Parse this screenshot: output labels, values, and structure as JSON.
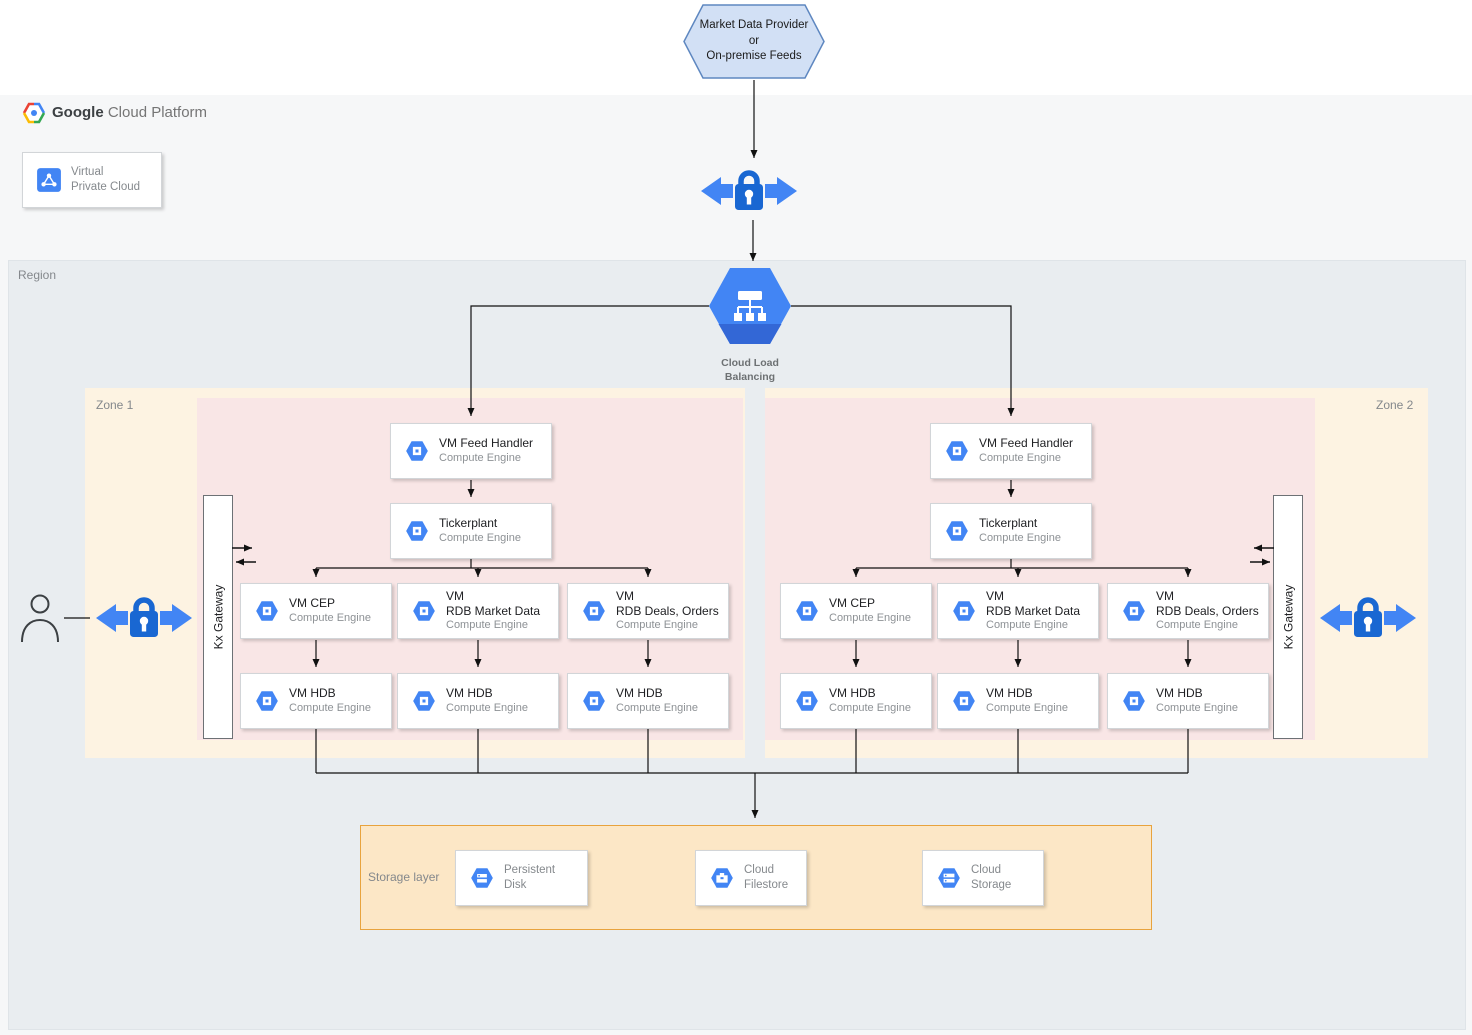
{
  "palette": {
    "gcp_blue": "#4285f4",
    "lock_blue": "#1967d2",
    "lb_shadow_blue": "#3367d6",
    "region_bg": "#e9edf0",
    "zone_bg": "#fdf3e2",
    "subnet_bg": "#f9e6e6",
    "storage_bg": "#fce7c6",
    "storage_border": "#e8a33d",
    "source_hex_fill": "#d2e0f5",
    "source_hex_border": "#5e87c0",
    "connector": "#111111"
  },
  "icons": {
    "compute_engine": "blue-hexagon-chip",
    "persistent_disk": "blue-hexagon-disk",
    "cloud_filestore": "blue-hexagon-case",
    "cloud_storage": "blue-hexagon-bars",
    "vpc": "blue-square-network",
    "load_balancer": "blue-hexagon-tree",
    "firewall_lock": "lock-with-left-right-arrows",
    "user": "person-outline",
    "sync": "double-horizontal-arrows",
    "gcp_logo": "multicolor-hexagon"
  },
  "header": {
    "brand_bold": "Google",
    "brand_light": "Cloud Platform"
  },
  "source": {
    "line1": "Market Data Provider",
    "line2": "or",
    "line3": "On-premise Feeds"
  },
  "vpc": {
    "line1": "Virtual",
    "line2": "Private Cloud"
  },
  "region": {
    "label": "Region"
  },
  "load_balancer": {
    "line1": "Cloud Load",
    "line2": "Balancing"
  },
  "zone1": {
    "label": "Zone 1",
    "gateway_label": "Kx Gateway",
    "cards": {
      "feed": {
        "t1": "VM Feed Handler",
        "sub": "Compute Engine"
      },
      "tickerplant": {
        "t1": "Tickerplant",
        "sub": "Compute Engine"
      },
      "cep": {
        "t1": "VM CEP",
        "sub": "Compute Engine"
      },
      "rdb_market": {
        "t1": "VM",
        "t2": "RDB Market Data",
        "sub": "Compute Engine"
      },
      "rdb_deals": {
        "t1": "VM",
        "t2": "RDB Deals, Orders",
        "sub": "Compute Engine"
      },
      "hdb1": {
        "t1": "VM HDB",
        "sub": "Compute Engine"
      },
      "hdb2": {
        "t1": "VM HDB",
        "sub": "Compute Engine"
      },
      "hdb3": {
        "t1": "VM HDB",
        "sub": "Compute Engine"
      }
    }
  },
  "zone2": {
    "label": "Zone 2",
    "gateway_label": "Kx Gateway",
    "cards": {
      "feed": {
        "t1": "VM Feed Handler",
        "sub": "Compute Engine"
      },
      "tickerplant": {
        "t1": "Tickerplant",
        "sub": "Compute Engine"
      },
      "cep": {
        "t1": "VM CEP",
        "sub": "Compute Engine"
      },
      "rdb_market": {
        "t1": "VM",
        "t2": "RDB Market Data",
        "sub": "Compute Engine"
      },
      "rdb_deals": {
        "t1": "VM",
        "t2": "RDB Deals, Orders",
        "sub": "Compute Engine"
      },
      "hdb1": {
        "t1": "VM HDB",
        "sub": "Compute Engine"
      },
      "hdb2": {
        "t1": "VM HDB",
        "sub": "Compute Engine"
      },
      "hdb3": {
        "t1": "VM HDB",
        "sub": "Compute Engine"
      }
    }
  },
  "storage": {
    "label": "Storage layer",
    "items": [
      {
        "line1": "Persistent",
        "line2": "Disk"
      },
      {
        "line1": "Cloud",
        "line2": "Filestore"
      },
      {
        "line1": "Cloud",
        "line2": "Storage"
      }
    ]
  }
}
